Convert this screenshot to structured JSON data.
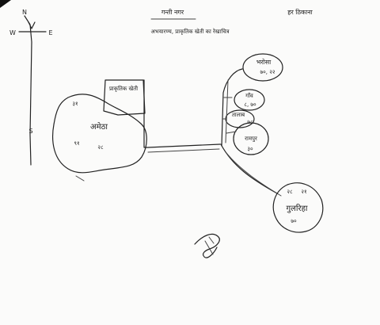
{
  "header": {
    "title": "गन्ती नगर",
    "subtitle": "अभयारण्य, प्राकृतिक खेती का रेखाचित्र",
    "corner_note": "हर ठिकाना"
  },
  "compass": {
    "north": "N",
    "west": "W",
    "east": "E",
    "south": "S"
  },
  "places": {
    "left_main": "अमेठा",
    "left_box": "प्राकृतिक खेती",
    "right_top": "भरोसा",
    "right_mid": "गाँव",
    "right_cluster": "तालाब",
    "right_lower": "रामपुर",
    "bottom_right": "गुलरिहा"
  },
  "marks": {
    "left_mark_1": "३१",
    "left_mark_2": "९१",
    "left_mark_3": "२८",
    "right_top_mark": "७०, २२",
    "right_mid_mark": "८, ७०",
    "right_cluster_mark": "७८",
    "right_lower_mark": "३०",
    "bottom_mark_1": "२८",
    "bottom_mark_2": "२१",
    "bottom_mark_3": "७०"
  }
}
